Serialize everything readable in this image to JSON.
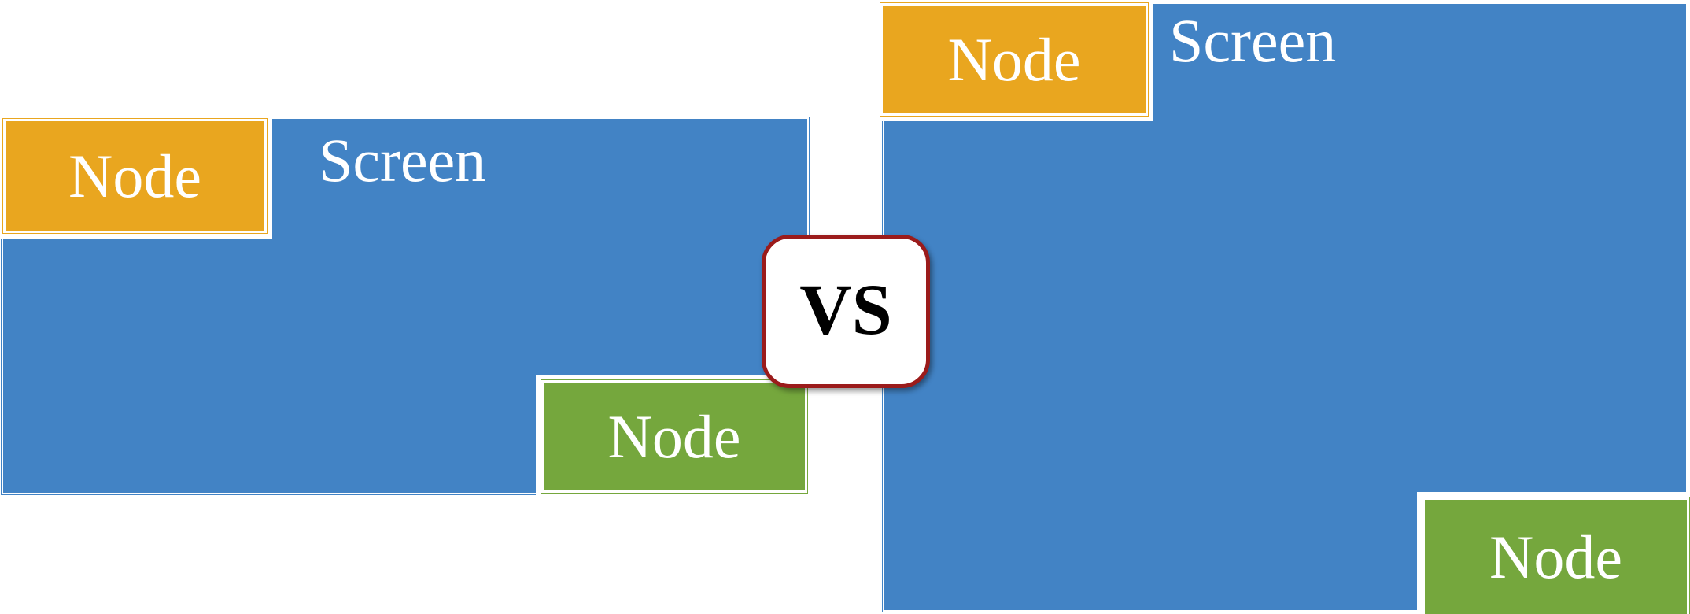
{
  "figure": {
    "type": "comparison-diagram",
    "vs_badge": {
      "label": "VS"
    },
    "left_layout": {
      "screen_label": "Screen",
      "nodes": [
        {
          "label": "Node",
          "position": "top-left",
          "color": "#E9A61F"
        },
        {
          "label": "Node",
          "position": "bottom-right",
          "color": "#75A73D"
        }
      ]
    },
    "right_layout": {
      "screen_label": "Screen",
      "nodes": [
        {
          "label": "Node",
          "position": "top-left",
          "color": "#E9A61F"
        },
        {
          "label": "Node",
          "position": "bottom-right",
          "color": "#75A73D"
        }
      ]
    }
  },
  "colors": {
    "screen_fill": "#4283C5",
    "node_orange": "#E9A61F",
    "node_green": "#75A73D",
    "vs_border": "#9B1B1B",
    "vs_background": "#FFFFFF",
    "vs_text": "#000000",
    "label_text": "#FFFFFF",
    "page_background": "#FFFFFF"
  }
}
